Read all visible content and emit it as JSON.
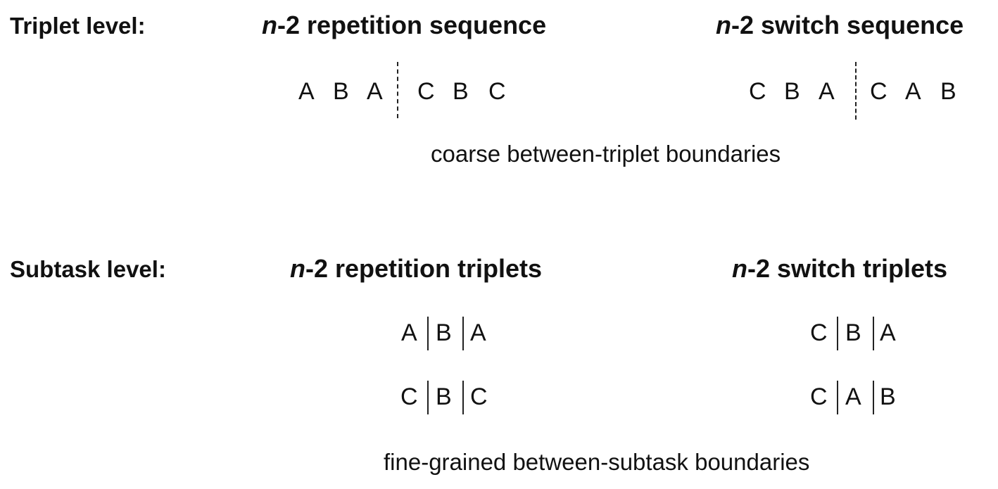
{
  "triplet_level": {
    "label": "Triplet level:",
    "repetition": {
      "n": "n",
      "rest": "-2 repetition sequence",
      "sequence": [
        "A",
        "B",
        "A",
        "C",
        "B",
        "C"
      ]
    },
    "switch": {
      "n": "n",
      "rest": "-2 switch sequence",
      "sequence": [
        "C",
        "B",
        "A",
        "C",
        "A",
        "B"
      ]
    },
    "caption": "coarse between-triplet boundaries"
  },
  "subtask_level": {
    "label": "Subtask level:",
    "repetition": {
      "n": "n",
      "rest": "-2 repetition triplets",
      "triplets": [
        [
          "A",
          "B",
          "A"
        ],
        [
          "C",
          "B",
          "C"
        ]
      ]
    },
    "switch": {
      "n": "n",
      "rest": "-2 switch triplets",
      "triplets": [
        [
          "C",
          "B",
          "A"
        ],
        [
          "C",
          "A",
          "B"
        ]
      ]
    },
    "caption": "fine-grained between-subtask boundaries"
  }
}
